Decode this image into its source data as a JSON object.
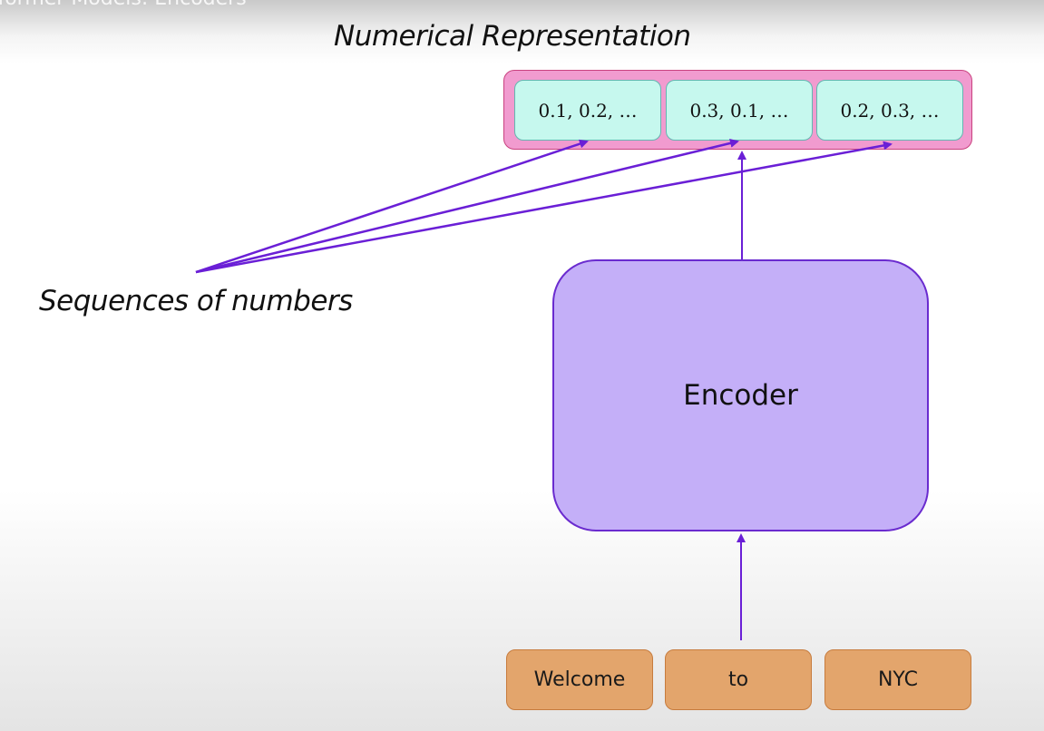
{
  "overlay_title": "sformer Models: Encoders",
  "labels": {
    "numerical_representation": "Numerical Representation",
    "sequences_of_numbers": "Sequences of numbers"
  },
  "vectors": [
    "0.1, 0.2, …",
    "0.3, 0.1, …",
    "0.2, 0.3, …"
  ],
  "encoder": {
    "label": "Encoder"
  },
  "tokens": [
    "Welcome",
    "to",
    "NYC"
  ],
  "colors": {
    "arrow": "#6a1fd6",
    "outer_box": "#f19bcf",
    "vector_box": "#c6f8ee",
    "encoder_box": "#c4aff8",
    "token_box": "#e3a56c"
  }
}
